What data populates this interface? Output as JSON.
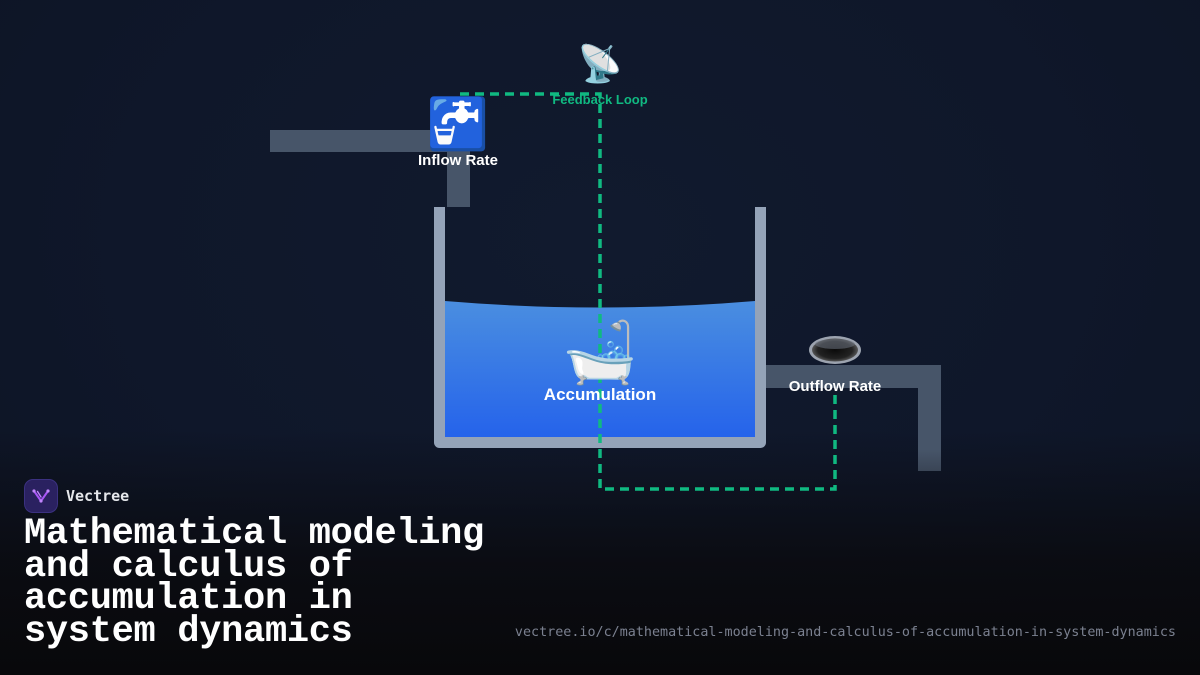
{
  "diagram": {
    "inflow": {
      "icon": "faucet-icon",
      "glyph": "🚰",
      "label": "Inflow Rate"
    },
    "stock": {
      "icon": "bathtub-icon",
      "glyph": "🛁",
      "label": "Accumulation"
    },
    "outflow": {
      "icon": "drain-icon",
      "label": "Outflow Rate"
    },
    "feedback": {
      "icon": "satellite-antenna-icon",
      "glyph": "📡",
      "label": "Feedback Loop"
    },
    "colors": {
      "pipe": "#475569",
      "tank_wall": "#94a3b8",
      "water_top": "#4a8ee0",
      "water_bottom": "#2563eb",
      "feedback": "#10b981",
      "label": "#ffffff"
    }
  },
  "branding": {
    "name": "Vectree",
    "title": "Mathematical modeling and calculus of accumulation in system dynamics",
    "url": "vectree.io/c/mathematical-modeling-and-calculus-of-accumulation-in-system-dynamics"
  }
}
